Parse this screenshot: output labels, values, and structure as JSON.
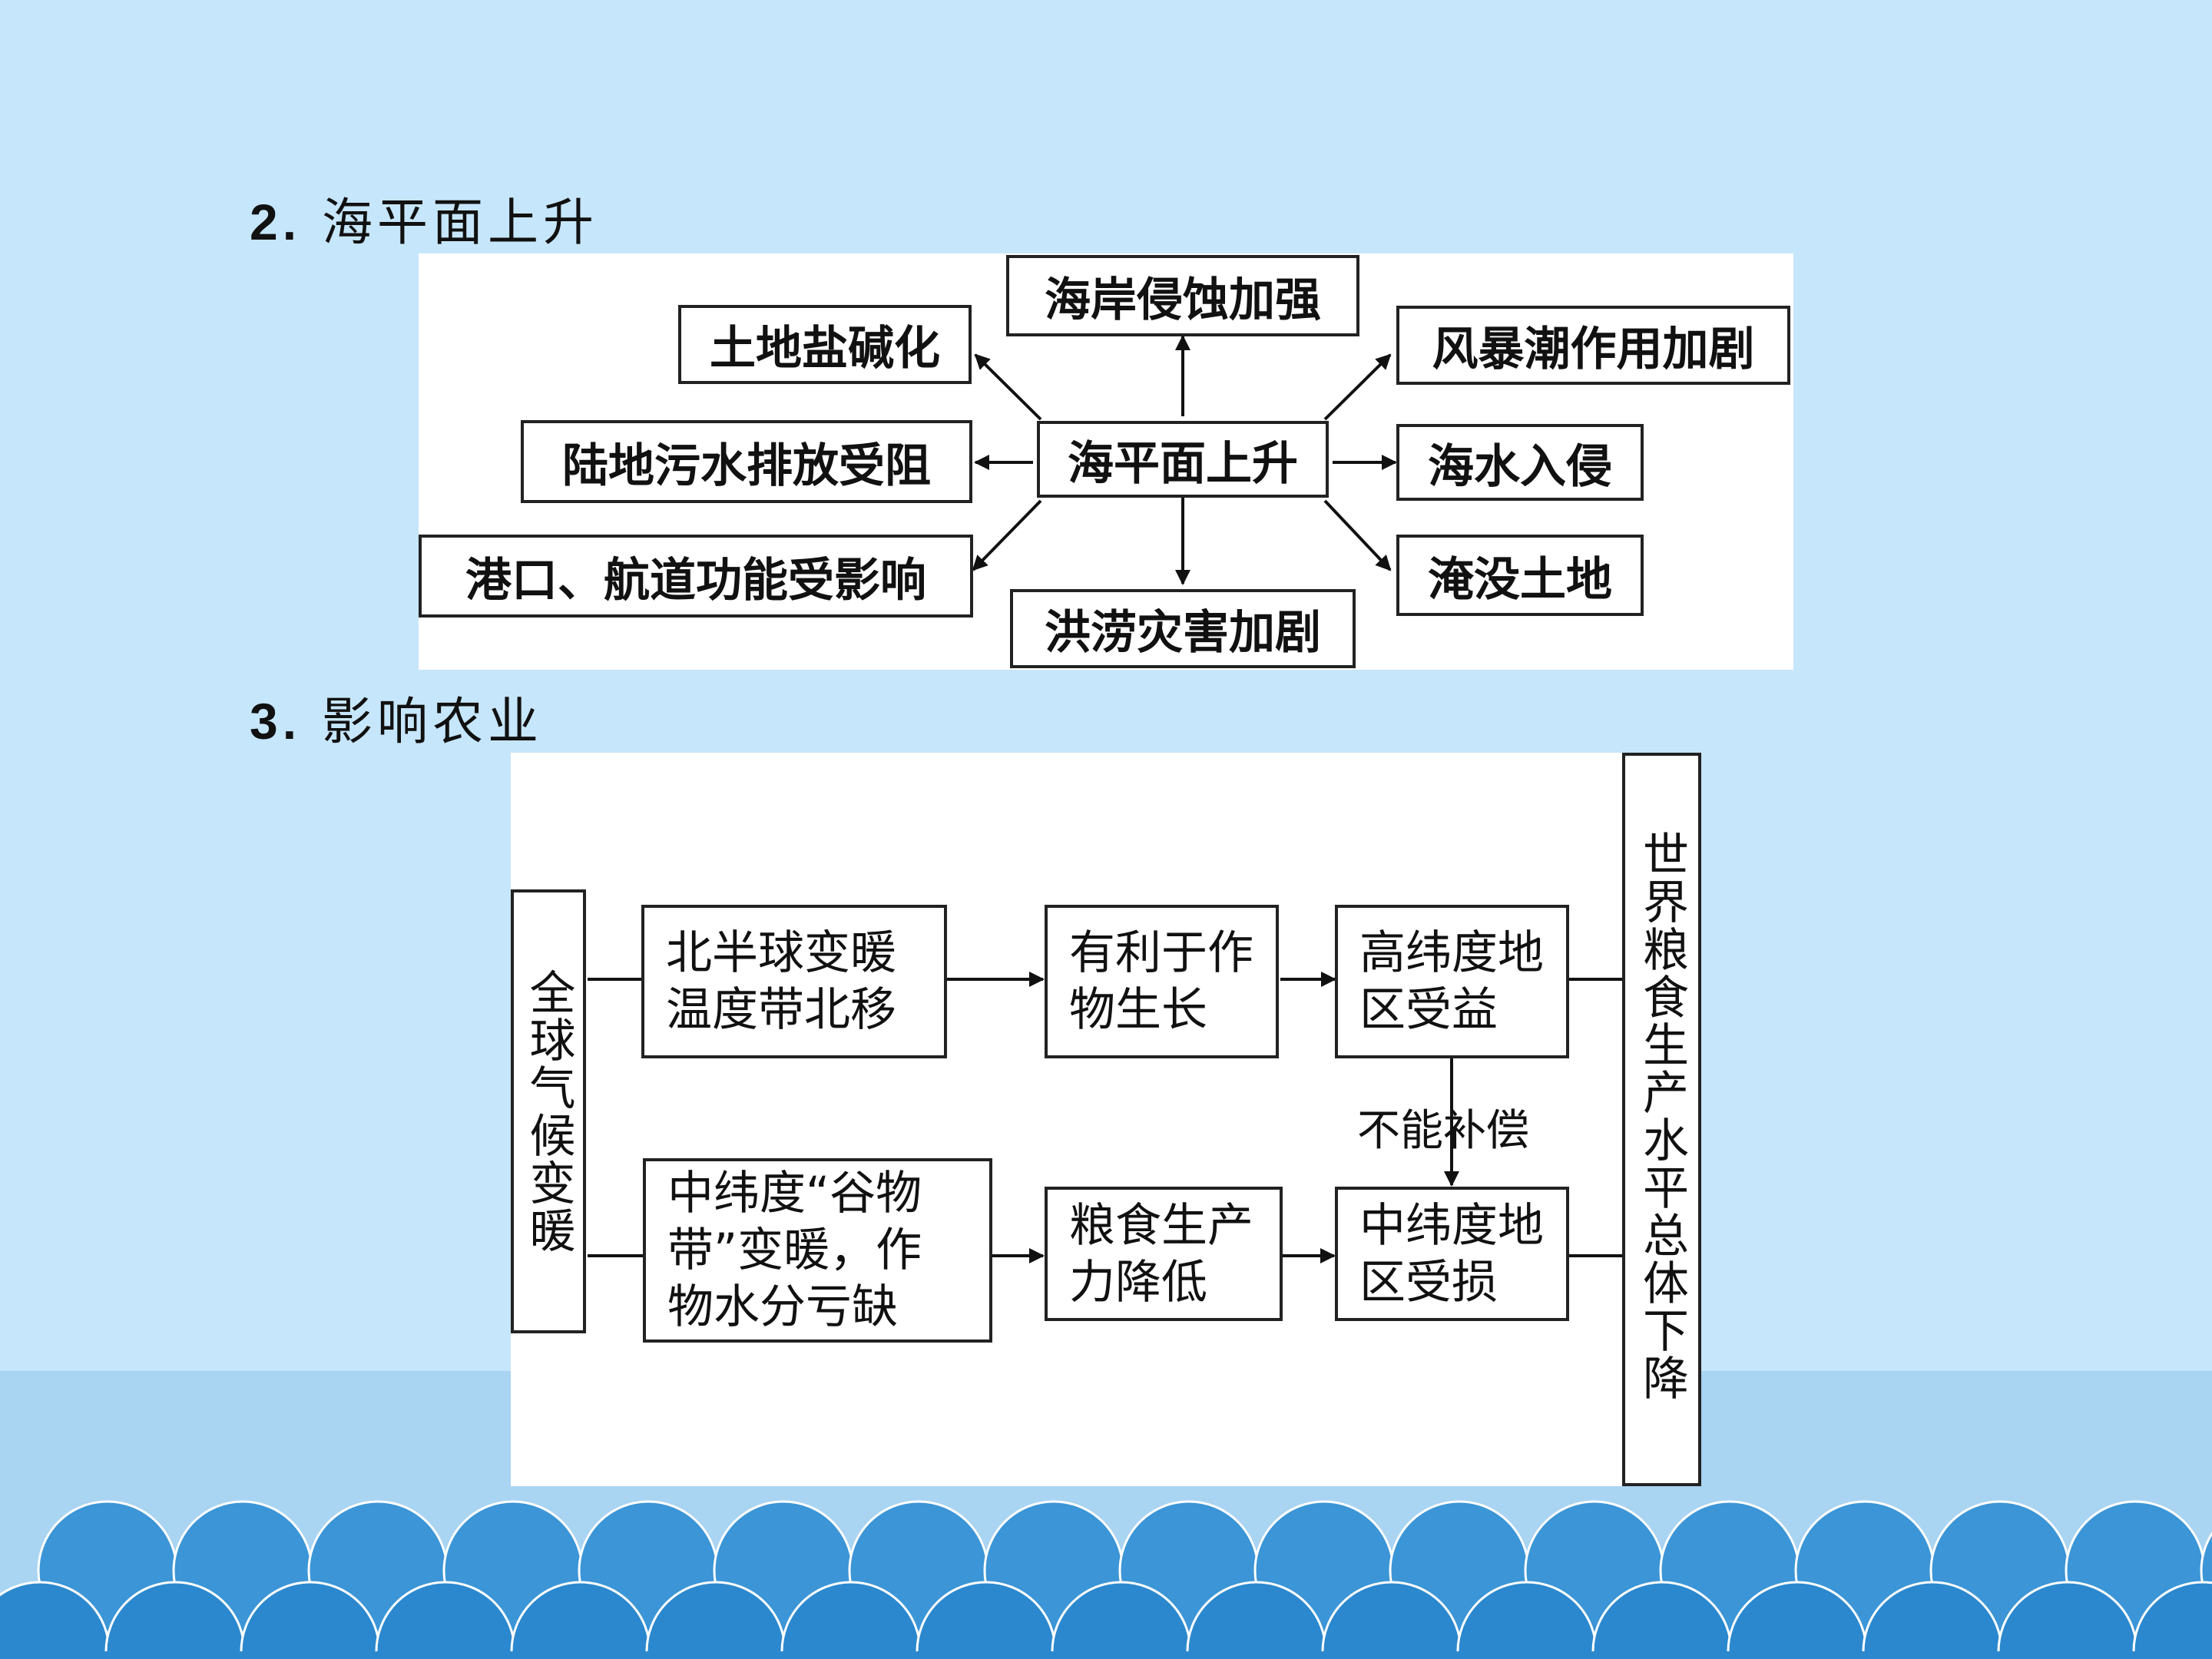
{
  "slide": {
    "section2": {
      "number": "2.",
      "title": "海平面上升"
    },
    "section3": {
      "number": "3.",
      "title": "影响农业"
    },
    "colors": {
      "background": "#c6e6fb",
      "band": "#a9d4f2",
      "wave": "#2b88ce",
      "wave_back": "#3b95d6"
    }
  },
  "sea_level_diagram": {
    "center": "海平面上升",
    "top": "海岸侵蚀加强",
    "bottom": "洪涝灾害加剧",
    "left": [
      "土地盐碱化",
      "陆地污水排放受阻",
      "港口、航道功能受影响"
    ],
    "right": [
      "风暴潮作用加剧",
      "海水入侵",
      "淹没土地"
    ]
  },
  "agriculture_diagram": {
    "cause": "全球气候变暖",
    "north_effect": "北半球变暖\n温度带北移",
    "mid_effect": "中纬度“谷物\n带”变暖，作\n物水分亏缺",
    "favorable": "有利于作\n物生长",
    "reduced": "粮食生产\n力降低",
    "high_lat": "高纬度地\n区受益",
    "mid_lat": "中纬度地\n区受损",
    "cannot_compensate": "不能补偿",
    "result": "世界粮食生产水平总体下降"
  }
}
